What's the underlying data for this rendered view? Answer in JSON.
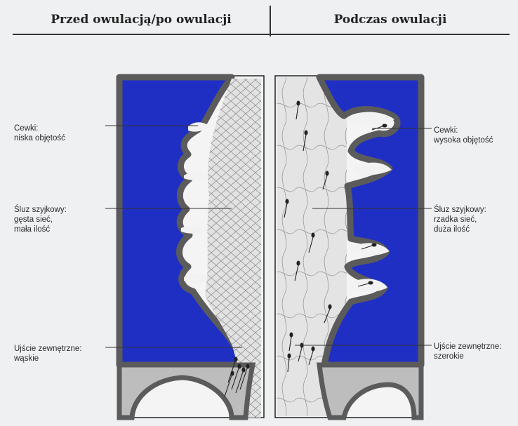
{
  "header": {
    "left_title": "Przed owulacją/po owulacji",
    "right_title": "Podczas owulacji"
  },
  "labels": {
    "left": {
      "crypts": {
        "line1": "Cewki:",
        "line2": "niska objętość"
      },
      "mucus": {
        "line1": "Śluz szyjkowy:",
        "line2": "gęsta sieć,",
        "line3": "mała ilość"
      },
      "os": {
        "line1": "Ujście zewnętrzne:",
        "line2": "wąskie"
      }
    },
    "right": {
      "crypts": {
        "line1": "Cewki:",
        "line2": "wysoka objętość"
      },
      "mucus": {
        "line1": "Śluz szyjkowy:",
        "line2": "rzadka sieć,",
        "line3": "duża ilość"
      },
      "os": {
        "line1": "Ujście zewnętrzne:",
        "line2": "szerokie"
      }
    }
  },
  "colors": {
    "tissue": "#1f2fc4",
    "border": "#5b5b5b",
    "mucus": "#dcdcdc",
    "background": "#eef0f1",
    "vaginal_wall": "#bdbdbd"
  }
}
